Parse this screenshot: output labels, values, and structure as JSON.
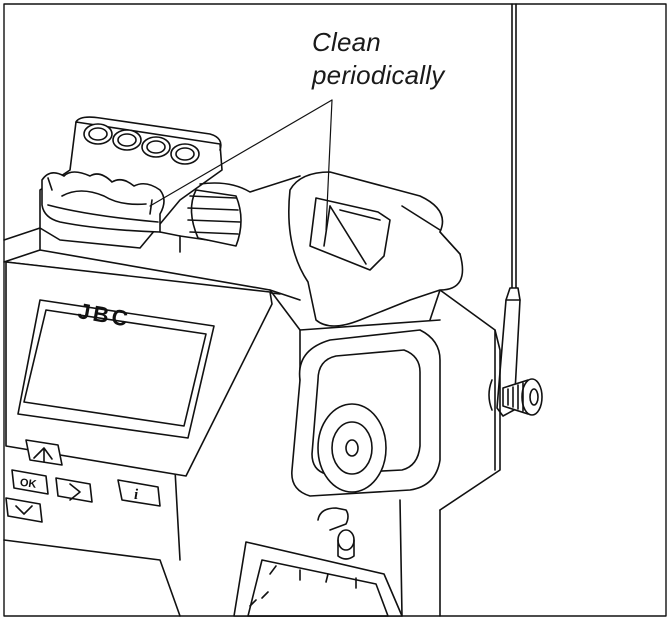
{
  "callout": {
    "line1": "Clean",
    "line2": "periodically"
  },
  "brand": {
    "logo_text": "JBC"
  },
  "keypad": {
    "ok_label": "OK",
    "info_label": "i",
    "up_icon": "arrow-up-icon",
    "down_icon": "arrow-down-icon",
    "right_icon": "arrow-right-icon"
  },
  "colors": {
    "line": "#111111",
    "background": "#ffffff"
  }
}
